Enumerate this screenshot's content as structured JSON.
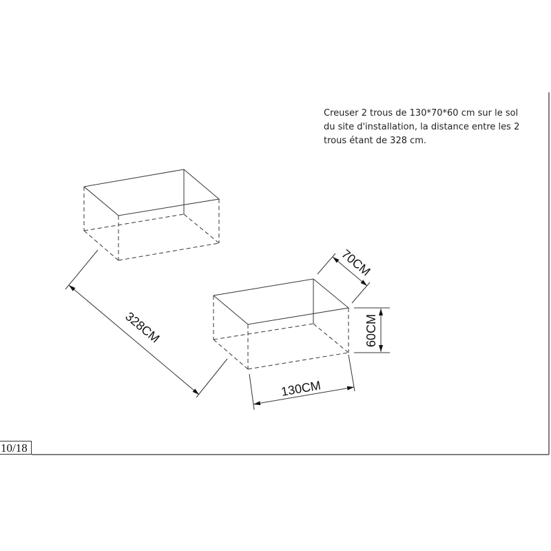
{
  "note": {
    "lines": [
      "Creuser 2 trous de 130*70*60 cm sur le sol",
      "du site d'installation, la distance entre les 2",
      "trous étant de 328 cm."
    ]
  },
  "dimensions": {
    "distance": "328CM",
    "width": "70CM",
    "height": "60CM",
    "length": "130CM"
  },
  "page_number": "10/18",
  "colors": {
    "line": "#333333",
    "background": "#ffffff"
  }
}
